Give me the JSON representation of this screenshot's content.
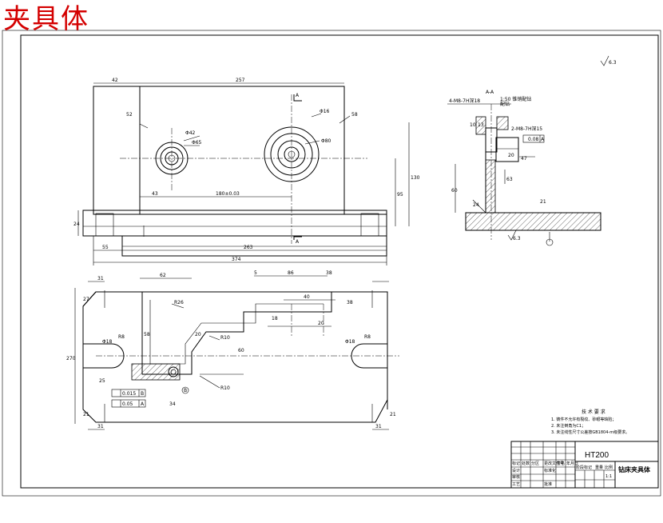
{
  "title": "夹具体",
  "top_view": {
    "dims": [
      "42",
      "257",
      "52",
      "58",
      "Φ42",
      "Φ65",
      "Φ16",
      "Φ80",
      "43",
      "180±0.03",
      "95",
      "130",
      "24",
      "55",
      "263",
      "374"
    ]
  },
  "section_view": {
    "section_label": "A-A",
    "notes": [
      "4-M8-7H深18",
      "1:50 锥销配钻",
      "配钻",
      "2-M8-7H深15"
    ],
    "tolerance": "0.08",
    "datum": "A",
    "dims": [
      "10",
      "13",
      "20",
      "47",
      "60",
      "24",
      "63",
      "21"
    ],
    "roughness": "6.3"
  },
  "front_view": {
    "dims": [
      "31",
      "27",
      "62",
      "5",
      "86",
      "38",
      "40",
      "38",
      "18",
      "20",
      "R26",
      "58",
      "R10",
      "R10",
      "60",
      "Φ18",
      "Φ18",
      "R8",
      "R8",
      "270",
      "21",
      "21",
      "31",
      "31",
      "20",
      "34",
      "25"
    ],
    "tolerances": [
      {
        "value": "0.015",
        "datum": "B"
      },
      {
        "value": "0.05",
        "datum": "A"
      }
    ]
  },
  "roughness_note": "6.3",
  "tech_requirements": {
    "heading": "技 术 要 求",
    "items": [
      "1. 铸件不允许有裂纹、砂眼等缺陷；",
      "2. 未注倒角为C1；",
      "3. 未注线性尺寸公差按GB1804-m级要求。"
    ]
  },
  "title_block": {
    "material": "HT200",
    "part_name": "钻床夹具体",
    "cells": [
      "标记",
      "处数",
      "分区",
      "更改文件号",
      "签名",
      "年月日",
      "设计",
      "标准化",
      "阶段标记",
      "重量",
      "比例",
      "审核",
      "工艺",
      "批准",
      "1:1"
    ]
  },
  "colors": {
    "title": "#d40000",
    "line": "#000000",
    "background": "#ffffff"
  }
}
